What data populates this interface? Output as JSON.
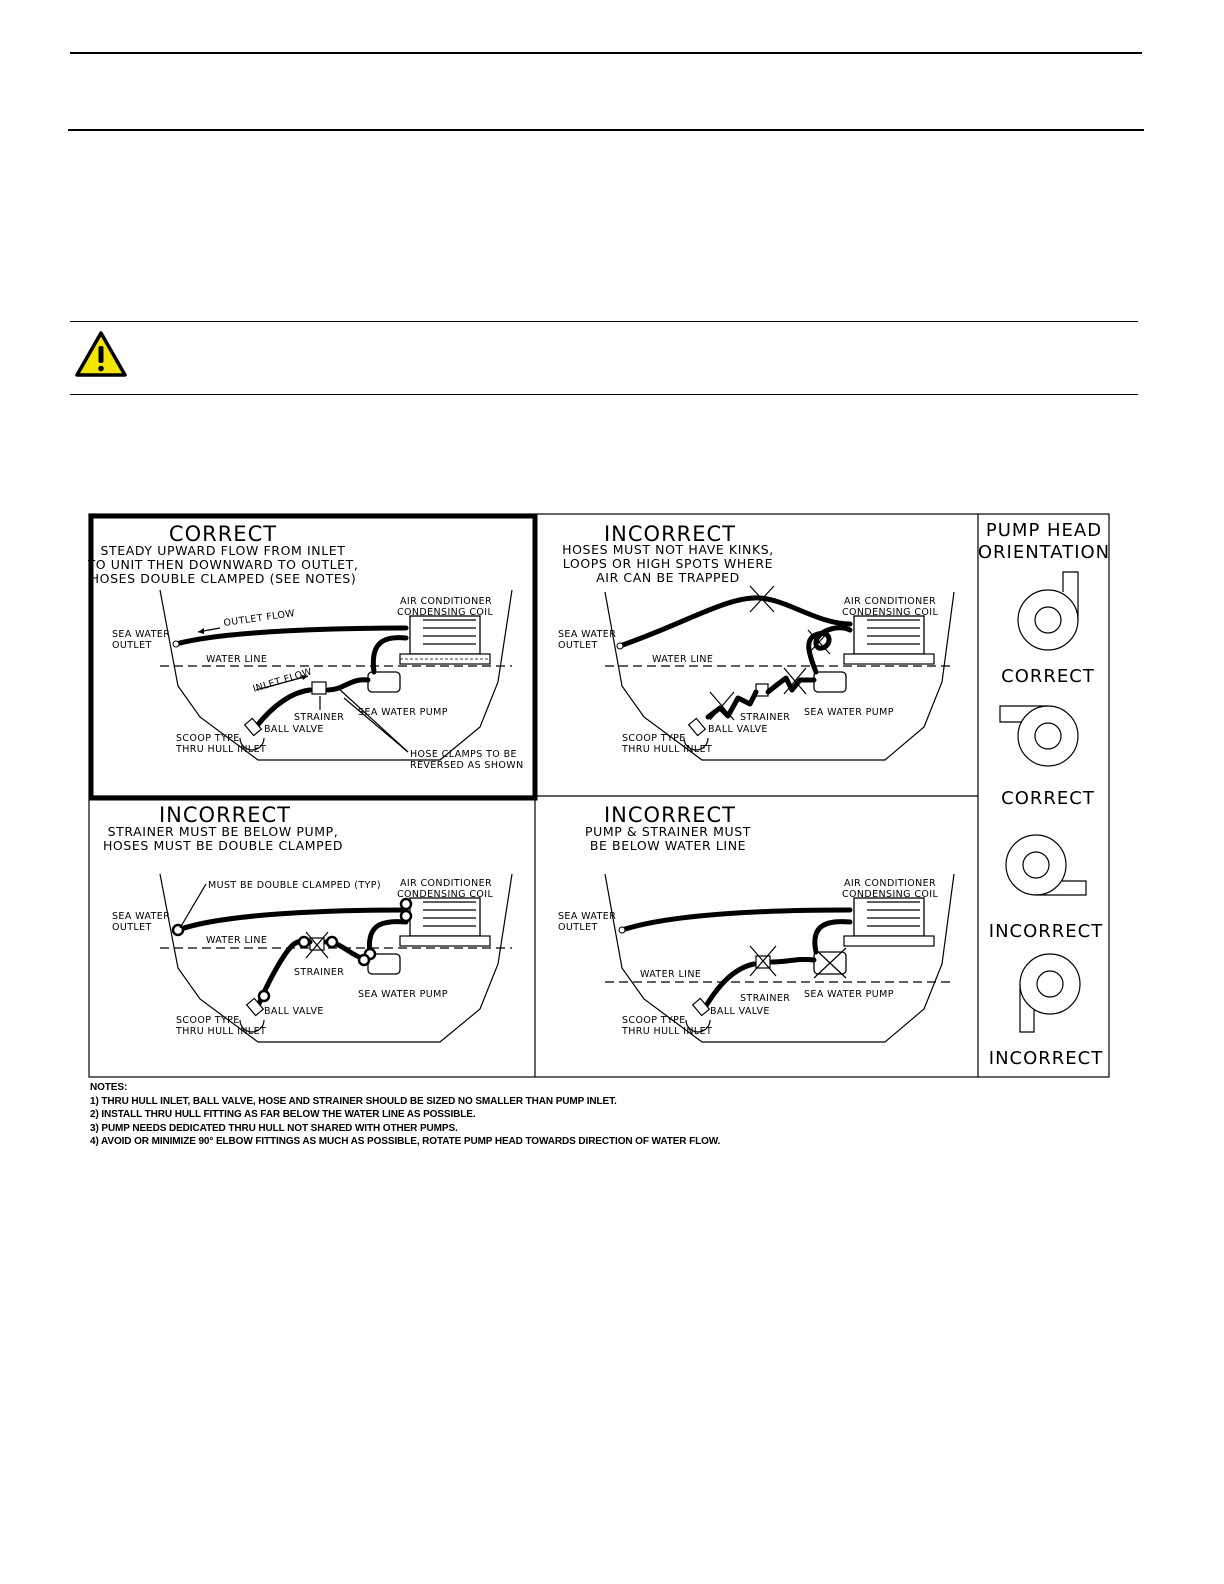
{
  "panels": [
    {
      "heading": "CORRECT",
      "sub": [
        "STEADY UPWARD FLOW FROM INLET",
        "TO UNIT THEN DOWNWARD TO OUTLET,",
        "HOSES DOUBLE CLAMPED (SEE NOTES)"
      ],
      "labels": {
        "outlet_flow": "OUTLET FLOW",
        "inlet_flow": "INLET FLOW",
        "sea_water_outlet": [
          "SEA WATER",
          "OUTLET"
        ],
        "water_line": "WATER LINE",
        "ac_coil": [
          "AIR CONDITIONER",
          "CONDENSING COIL"
        ],
        "strainer": "STRAINER",
        "sea_water_pump": "SEA WATER PUMP",
        "ball_valve": "BALL VALVE",
        "scoop": [
          "SCOOP TYPE",
          "THRU HULL INLET"
        ],
        "hose_clamps": [
          "HOSE CLAMPS TO BE",
          "REVERSED AS SHOWN"
        ]
      }
    },
    {
      "heading": "INCORRECT",
      "sub": [
        "HOSES MUST NOT HAVE KINKS,",
        "LOOPS OR HIGH SPOTS WHERE",
        "AIR CAN BE TRAPPED"
      ],
      "labels": {
        "sea_water_outlet": [
          "SEA WATER",
          "OUTLET"
        ],
        "water_line": "WATER LINE",
        "ac_coil": [
          "AIR CONDITIONER",
          "CONDENSING COIL"
        ],
        "strainer": "STRAINER",
        "sea_water_pump": "SEA WATER PUMP",
        "ball_valve": "BALL VALVE",
        "scoop": [
          "SCOOP TYPE",
          "THRU HULL INLET"
        ]
      }
    },
    {
      "heading": "INCORRECT",
      "sub": [
        "STRAINER MUST BE BELOW PUMP,",
        "HOSES MUST BE DOUBLE CLAMPED"
      ],
      "labels": {
        "double_clamped": "MUST BE DOUBLE CLAMPED (TYP)",
        "sea_water_outlet": [
          "SEA WATER",
          "OUTLET"
        ],
        "water_line": "WATER LINE",
        "ac_coil": [
          "AIR CONDITIONER",
          "CONDENSING COIL"
        ],
        "strainer": "STRAINER",
        "sea_water_pump": "SEA WATER PUMP",
        "ball_valve": "BALL VALVE",
        "scoop": [
          "SCOOP TYPE",
          "THRU HULL INLET"
        ]
      }
    },
    {
      "heading": "INCORRECT",
      "sub": [
        "PUMP & STRAINER MUST",
        "BE BELOW WATER LINE"
      ],
      "labels": {
        "sea_water_outlet": [
          "SEA WATER",
          "OUTLET"
        ],
        "water_line": "WATER LINE",
        "ac_coil": [
          "AIR CONDITIONER",
          "CONDENSING COIL"
        ],
        "strainer": "STRAINER",
        "sea_water_pump": "SEA WATER PUMP",
        "ball_valve": "BALL VALVE",
        "scoop": [
          "SCOOP TYPE",
          "THRU HULL INLET"
        ]
      }
    }
  ],
  "pump_head": {
    "title": [
      "PUMP HEAD",
      "ORIENTATION"
    ],
    "labels": [
      "CORRECT",
      "CORRECT",
      "INCORRECT",
      "INCORRECT"
    ]
  },
  "notes": [
    "NOTES:",
    "1) THRU HULL INLET, BALL VALVE, HOSE AND STRAINER SHOULD BE SIZED NO SMALLER THAN PUMP INLET.",
    "2) INSTALL THRU HULL FITTING AS FAR BELOW THE WATER LINE AS POSSIBLE.",
    "3) PUMP NEEDS DEDICATED THRU HULL NOT SHARED WITH OTHER PUMPS.",
    "4) AVOID OR MINIMIZE 90° ELBOW FITTINGS AS MUCH AS POSSIBLE, ROTATE PUMP HEAD TOWARDS DIRECTION OF WATER FLOW."
  ],
  "colors": {
    "warning_yellow": "#f2e600",
    "ink": "#000000"
  }
}
